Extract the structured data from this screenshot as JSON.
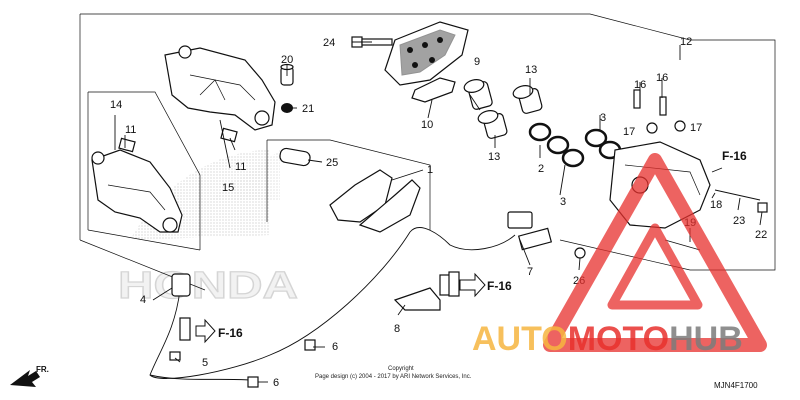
{
  "diagram": {
    "callouts": [
      {
        "id": "c1",
        "text": "1"
      },
      {
        "id": "c2",
        "text": "2"
      },
      {
        "id": "c3a",
        "text": "3"
      },
      {
        "id": "c3b",
        "text": "3"
      },
      {
        "id": "c4",
        "text": "4"
      },
      {
        "id": "c5",
        "text": "5"
      },
      {
        "id": "c6a",
        "text": "6"
      },
      {
        "id": "c6b",
        "text": "6"
      },
      {
        "id": "c7",
        "text": "7"
      },
      {
        "id": "c8",
        "text": "8"
      },
      {
        "id": "c9",
        "text": "9"
      },
      {
        "id": "c10",
        "text": "10"
      },
      {
        "id": "c11a",
        "text": "11"
      },
      {
        "id": "c11b",
        "text": "11"
      },
      {
        "id": "c12",
        "text": "12"
      },
      {
        "id": "c13a",
        "text": "13"
      },
      {
        "id": "c13b",
        "text": "13"
      },
      {
        "id": "c14",
        "text": "14"
      },
      {
        "id": "c15",
        "text": "15"
      },
      {
        "id": "c16a",
        "text": "16"
      },
      {
        "id": "c16b",
        "text": "16"
      },
      {
        "id": "c17a",
        "text": "17"
      },
      {
        "id": "c17b",
        "text": "17"
      },
      {
        "id": "c18",
        "text": "18"
      },
      {
        "id": "c19",
        "text": "19"
      },
      {
        "id": "c20",
        "text": "20"
      },
      {
        "id": "c21",
        "text": "21"
      },
      {
        "id": "c22",
        "text": "22"
      },
      {
        "id": "c23",
        "text": "23"
      },
      {
        "id": "c24",
        "text": "24"
      },
      {
        "id": "c25",
        "text": "25"
      },
      {
        "id": "c26",
        "text": "26"
      }
    ],
    "refs": [
      {
        "id": "r1",
        "text": "F-16"
      },
      {
        "id": "r2",
        "text": "F-16"
      },
      {
        "id": "r3",
        "text": "F-16"
      }
    ],
    "front_label": "FR.",
    "copyright_line1": "Copyright",
    "copyright_line2": "Page design (c) 2004 - 2017 by ARI Network Services, Inc.",
    "diagram_code": "MJN4F1700",
    "brand_watermark": "HONDA",
    "watermark": {
      "part1": "AUTO",
      "part2": "MOTO",
      "part3": "HUB",
      "color_orange": "#f6b53f",
      "color_red": "#e8302d",
      "color_gray": "#7b7b7b"
    }
  }
}
